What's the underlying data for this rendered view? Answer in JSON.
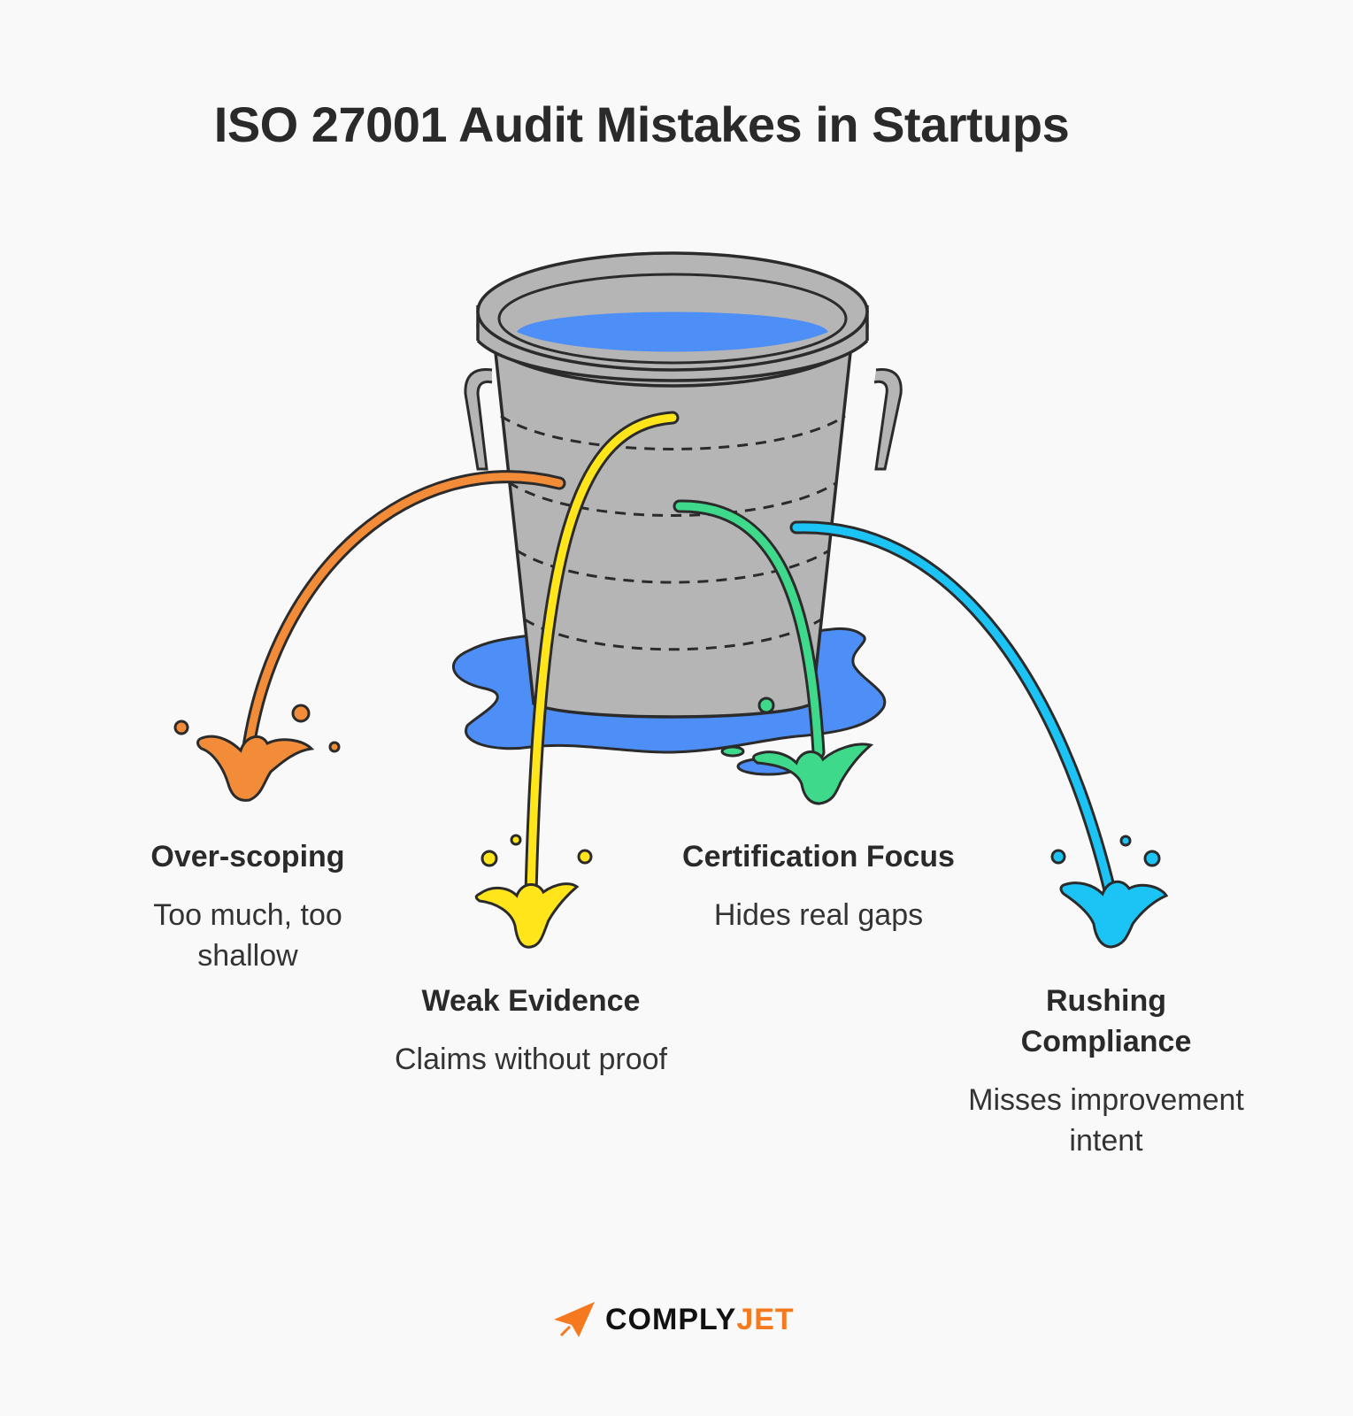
{
  "title": "ISO 27001 Audit Mistakes in Startups",
  "mistakes": [
    {
      "heading": "Over-scoping",
      "description": "Too much, too shallow",
      "color": "#f28c38"
    },
    {
      "heading": "Weak Evidence",
      "description": "Claims without proof",
      "color": "#ffe51a"
    },
    {
      "heading": "Certification Focus",
      "description": "Hides real gaps",
      "color": "#3ed98a"
    },
    {
      "heading": "Rushing Compliance",
      "description": "Misses improvement intent",
      "color": "#1cc3f5"
    }
  ],
  "brand": {
    "name_part1": "COMPLY",
    "name_part2": "JET",
    "accent_color": "#f57a1f",
    "icon": "paper-plane-icon"
  },
  "colors": {
    "bucket": "#b5b5b5",
    "water": "#4d8ef7",
    "outline": "#2b2b2b",
    "background": "#f9f9f9"
  }
}
